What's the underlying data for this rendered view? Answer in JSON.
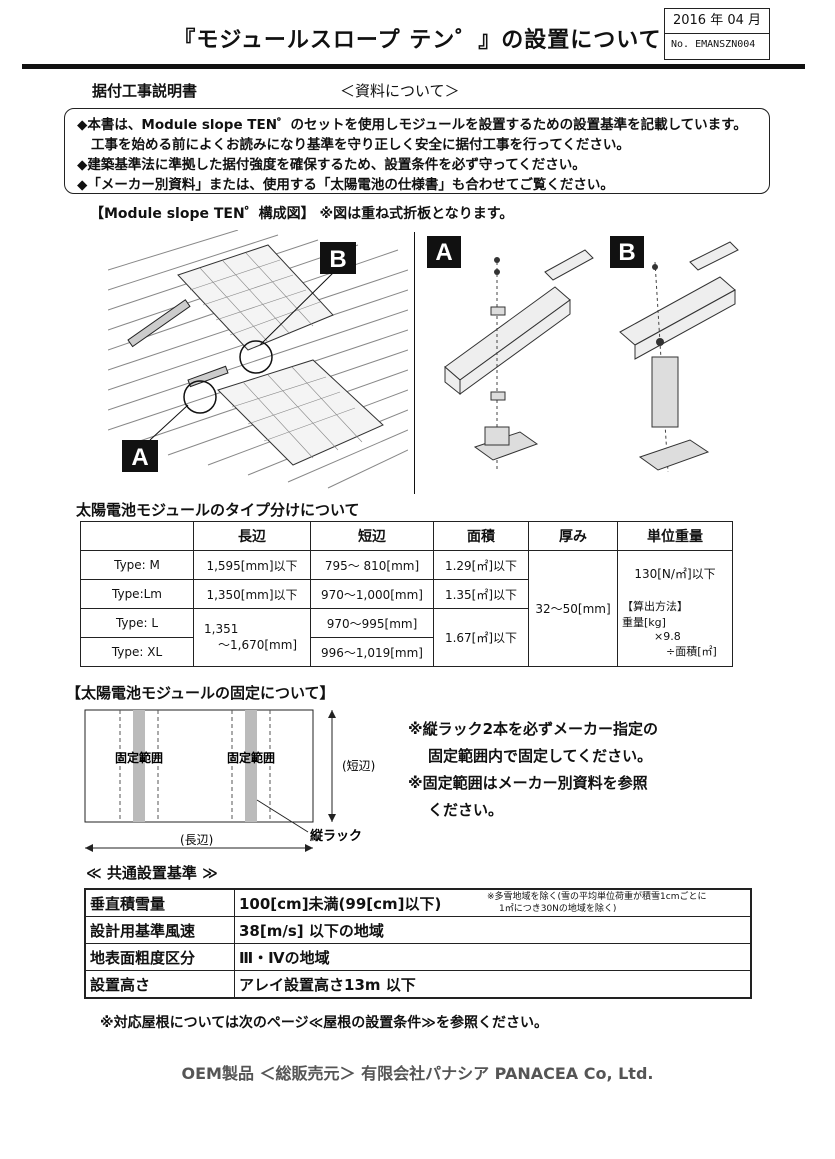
{
  "header": {
    "title": "『モジュールスロープ テン゜』の設置について",
    "date": "2016 年 04 月",
    "doc_no": "No. EMANSZN004"
  },
  "subheader": {
    "heading": "据付工事説明書",
    "subtitle": "＜資料について＞"
  },
  "notes": [
    "◆本書は、Module slope TEN゜のセットを使用しモジュールを設置するための設置基準を記載しています。",
    "工事を始める前によくお読みになり基準を守り正しく安全に据付工事を行ってください。",
    "◆建築基準法に準拠した据付強度を確保するため、設置条件を必ず守ってください。",
    "◆「メーカー別資料」または、使用する「太陽電池の仕様書」も合わせてご覧ください。"
  ],
  "figure": {
    "title": "【Module slope TEN゜構成図】 ※図は重ね式折板となります。",
    "label_a": "A",
    "label_b": "B"
  },
  "type_table": {
    "title": "太陽電池モジュールのタイプ分けについて",
    "headers": [
      "長辺",
      "短辺",
      "面積",
      "厚み",
      "単位重量"
    ],
    "rows": [
      {
        "type": "Type: M",
        "long": "1,595[mm]以下",
        "short": "795～ 810[mm]",
        "area": "1.29[㎡]以下"
      },
      {
        "type": "Type:Lm",
        "long": "1,350[mm]以下",
        "short": "970～1,000[mm]",
        "area": "1.35[㎡]以下"
      },
      {
        "type": "Type: L",
        "long": "1,351",
        "short": "970～995[mm]",
        "area": "1.67[㎡]以下"
      },
      {
        "type": "Type: XL",
        "long": "～1,670[mm]",
        "short": "996～1,019[mm]",
        "area": ""
      }
    ],
    "thickness": "32～50[mm]",
    "unit_weight": "130[N/㎡]以下",
    "calc_method": "【算出方法】",
    "calc_line1": "重量[kg]",
    "calc_line2": "×9.8",
    "calc_line3": "÷面積[㎡]"
  },
  "fixing": {
    "title": "【太陽電池モジュールの固定について】",
    "range_label": "固定範囲",
    "short_side": "(短辺)",
    "long_side": "(長辺)",
    "rack_label": "縦ラック",
    "note1": "※縦ラック2本を必ずメーカー指定の",
    "note2": "固定範囲内で固定してください。",
    "note3": "※固定範囲はメーカー別資料を参照",
    "note4": "ください。"
  },
  "criteria": {
    "title": "≪ 共通設置基準 ≫",
    "rows": [
      {
        "label": "垂直積雪量",
        "value": "100[cm]未満(99[cm]以下)",
        "note1": "※多雪地域を除く(雪の平均単位荷重が積雪1cmごとに",
        "note2": "1㎡につき30Nの地域を除く)"
      },
      {
        "label": "設計用基準風速",
        "value": "38[m/s] 以下の地域"
      },
      {
        "label": "地表面粗度区分",
        "value": "Ⅲ・Ⅳの地域"
      },
      {
        "label": "設置高さ",
        "value": "アレイ設置高さ13m 以下"
      }
    ],
    "footnote": "※対応屋根については次のページ≪屋根の設置条件≫を参照ください。"
  },
  "footer": {
    "text": "OEM製品 ＜総販売元＞ 有限会社パナシア PANACEA Co, Ltd."
  }
}
